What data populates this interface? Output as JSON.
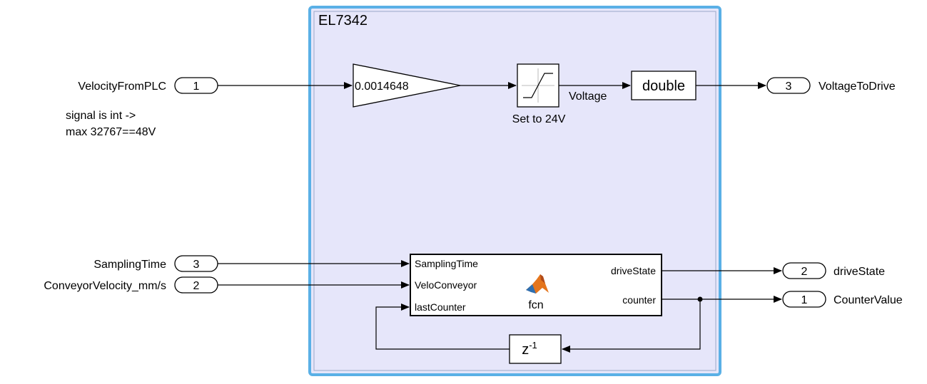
{
  "subsystem": {
    "title": "EL7342"
  },
  "inports": [
    {
      "number": "1",
      "name": "VelocityFromPLC"
    },
    {
      "number": "3",
      "name": "SamplingTime"
    },
    {
      "number": "2",
      "name": "ConveyorVelocity_mm/s"
    }
  ],
  "outports": [
    {
      "number": "3",
      "name": "VoltageToDrive"
    },
    {
      "number": "2",
      "name": "driveState"
    },
    {
      "number": "1",
      "name": "CounterValue"
    }
  ],
  "annotation": {
    "line1": "signal is int ->",
    "line2": "max 32767==48V"
  },
  "gain": {
    "value": "0.0014648"
  },
  "saturation": {
    "name": "Set to 24V"
  },
  "signal_labels": {
    "voltage": "Voltage"
  },
  "conversion": {
    "label": "double"
  },
  "matlab_function": {
    "name": "fcn",
    "inputs": [
      "SamplingTime",
      "VeloConveyor",
      "lastCounter"
    ],
    "outputs": [
      "driveState",
      "counter"
    ]
  },
  "unit_delay": {
    "base": "z",
    "exponent": "-1"
  },
  "colors": {
    "subsystem_fill": "#e6e6fa",
    "subsystem_border": "#5ab0e6",
    "title_text": "#555555",
    "matlab_orange": "#e4751d",
    "matlab_blue": "#2f6fb0"
  }
}
